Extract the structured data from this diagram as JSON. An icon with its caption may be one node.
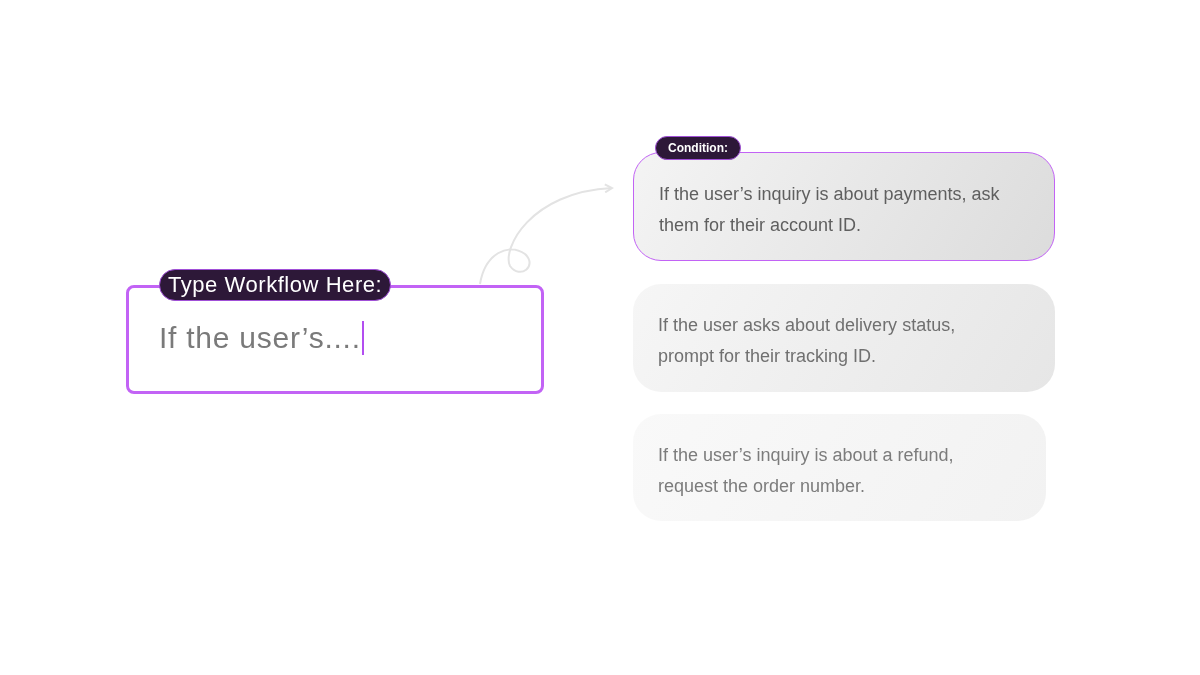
{
  "diagram": {
    "nodes": [
      {
        "text": [
          "Type Workflow Here:",
          "If the user’s...."
        ]
      },
      {
        "text": [
          "Condition:",
          "If the user’s inquiry is about payments, ask them for their account ID."
        ]
      },
      {
        "text": [
          "If the user asks about delivery status, prompt for their tracking ID."
        ]
      },
      {
        "text": [
          "If the user’s inquiry is about a refund, request the order number."
        ]
      }
    ],
    "edges": [
      {
        "from": 0,
        "to": 1,
        "arrow": "to"
      }
    ]
  }
}
